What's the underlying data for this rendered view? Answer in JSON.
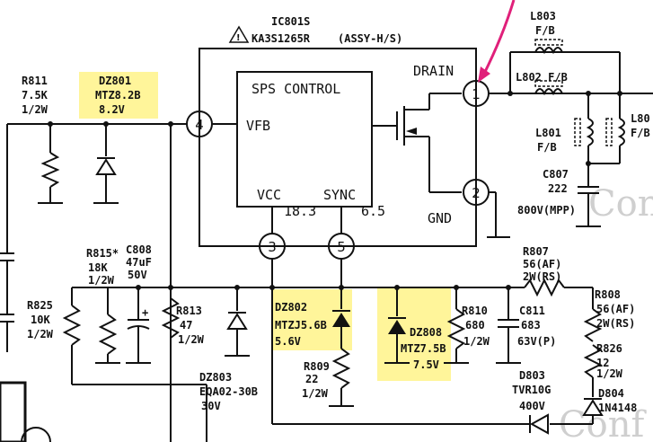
{
  "ic": {
    "ref": "IC801S",
    "part": "KA3S1265R",
    "assy": "(ASSY-H/S)",
    "block_title": "SPS CONTROL",
    "vfb": "VFB",
    "vcc": "VCC",
    "sync": "SYNC",
    "drain": "DRAIN",
    "gnd": "GND",
    "v_vcc": "18.3",
    "v_sync": "6.5",
    "pins": [
      "1",
      "2",
      "3",
      "4",
      "5"
    ]
  },
  "components": {
    "r811": [
      "R811",
      "7.5K",
      "1/2W"
    ],
    "dz801": [
      "DZ801",
      "MTZ8.2B",
      "8.2V"
    ],
    "r815": [
      "R815*",
      "18K",
      "1/2W"
    ],
    "c808": [
      "C808",
      "47uF",
      "50V"
    ],
    "r825": [
      "R825",
      "10K",
      "1/2W"
    ],
    "r813": [
      "R813",
      "47",
      "1/2W"
    ],
    "dz803": [
      "DZ803",
      "EQA02-30B",
      "30V"
    ],
    "dz802": [
      "DZ802",
      "MTZJ5.6B",
      "5.6V"
    ],
    "r809": [
      "R809",
      "22",
      "1/2W"
    ],
    "dz808": [
      "DZ808",
      "MTZ7.5B",
      "7.5V"
    ],
    "r810": [
      "R810",
      "680",
      "1/2W"
    ],
    "c811": [
      "C811",
      "683",
      "63V(P)"
    ],
    "r807": [
      "R807",
      "56(AF)",
      "2W(RS)"
    ],
    "r808": [
      "R808",
      "56(AF)",
      "2W(RS)"
    ],
    "r826": [
      "R826",
      "12",
      "1/2W"
    ],
    "d803": [
      "D803",
      "TVR10G",
      "400V"
    ],
    "d804": [
      "D804",
      "1N4148"
    ],
    "l803": [
      "L803",
      "F/B"
    ],
    "l802": [
      "L802 F/B"
    ],
    "l801": [
      "L801",
      "F/B"
    ],
    "l80x": [
      "L80",
      "F/B"
    ],
    "c807": [
      "C807",
      "222",
      "800V(MPP)"
    ]
  },
  "watermark": [
    "Conf",
    "Conf"
  ],
  "colors": {
    "highlight": "#fff59a",
    "arrow": "#e0207a",
    "ink": "#111111"
  }
}
